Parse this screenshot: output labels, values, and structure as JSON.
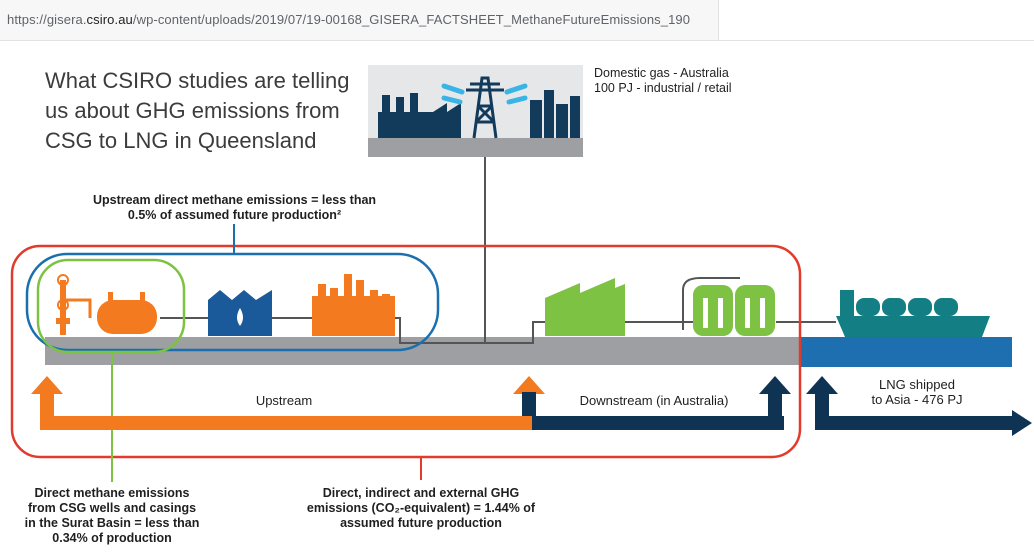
{
  "browser": {
    "url_prefix": "https://gisera.",
    "url_host": "csiro.au",
    "url_rest": "/wp-content/uploads/2019/07/19-00168_GISERA_FACTSHEET_MethaneFutureEmissions_190"
  },
  "diagram": {
    "title": "What CSIRO studies are telling us about GHG emissions from CSG to LNG in Queensland",
    "domestic_gas": {
      "line1": "Domestic gas - Australia",
      "line2": "100 PJ - industrial / retail"
    },
    "upstream_direct": {
      "line1": "Upstream direct methane emissions = less than",
      "line2": "0.5% of assumed future production²"
    },
    "stage_upstream": "Upstream",
    "stage_downstream": "Downstream (in Australia)",
    "lng_shipped": {
      "line1": "LNG shipped",
      "line2": "to Asia - 476 PJ"
    },
    "wells_note": {
      "line1": "Direct methane emissions",
      "line2": "from CSG wells and casings",
      "line3": "in the Surat Basin = less than",
      "line4": "0.34% of production"
    },
    "total_note": {
      "line1": "Direct, indirect and external GHG",
      "line2": "emissions (CO₂-equivalent) = 1.44% of",
      "line3": "assumed future production"
    },
    "colors": {
      "orange": "#f47a20",
      "navy": "#0f3352",
      "green": "#7dc242",
      "blue": "#1a6fae",
      "red": "#e23a2b",
      "grey": "#9d9fa2",
      "sea": "#1d6fb0",
      "teal": "#137e84",
      "dark_blue_building": "#123a5b",
      "pylon_glow": "#38b5e6"
    },
    "icons": [
      "wellhead-icon",
      "water-treatment-icon",
      "compressor-plant-icon",
      "lng-plant-icon",
      "storage-tanks-icon",
      "lng-ship-icon",
      "power-pylon-icon",
      "factory-icon",
      "city-skyline-icon"
    ]
  }
}
